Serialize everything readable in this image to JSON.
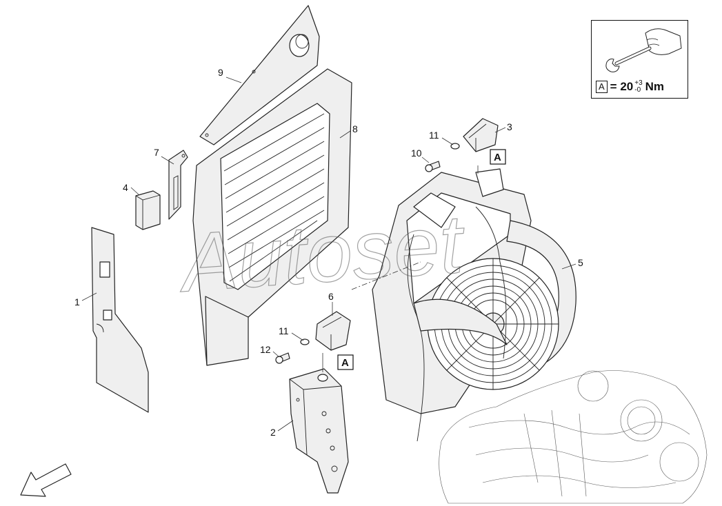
{
  "callouts": {
    "c1": "1",
    "c2": "2",
    "c3": "3",
    "c4": "4",
    "c5": "5",
    "c6": "6",
    "c7": "7",
    "c8": "8",
    "c9": "9",
    "c10": "10",
    "c11a": "11",
    "c11b": "11",
    "c12": "12"
  },
  "torque_marker": "A",
  "torque_spec": {
    "letter": "A",
    "equals_value": "= 20",
    "tol_plus": "+3",
    "tol_minus": "-0",
    "unit": "Nm"
  },
  "watermark": "Autoset",
  "icons": {
    "wrench": "wrench-hand-icon",
    "direction": "front-arrow-icon"
  },
  "colors": {
    "line": "#222222",
    "fill": "#efefef"
  }
}
